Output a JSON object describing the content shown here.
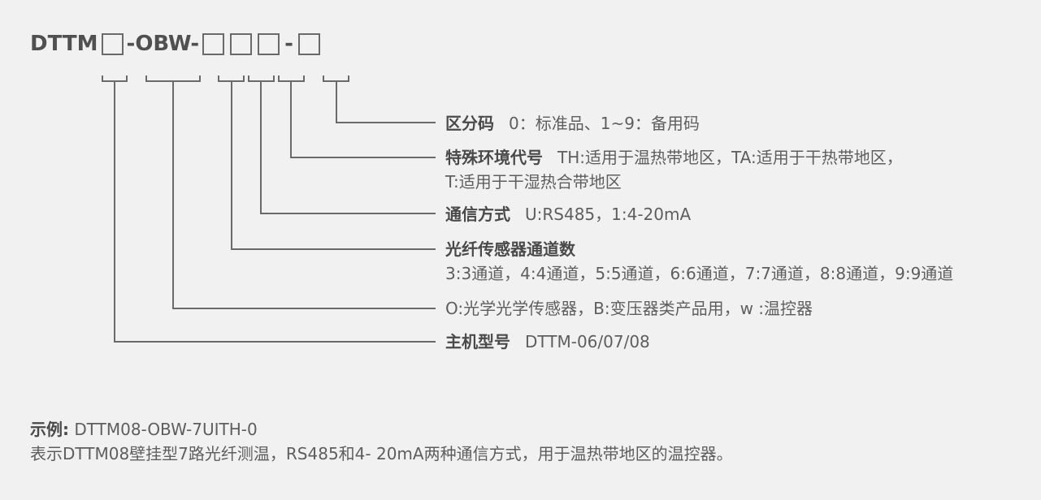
{
  "model": {
    "prefix": "DTTM",
    "middle": "-OBW-",
    "dash": "-"
  },
  "fields": [
    {
      "label": "区分码",
      "desc": "0：标准品、1~9：备用码"
    },
    {
      "label": "特殊环境代号",
      "desc": "TH:适用于温热带地区，TA:适用于干热带地区，",
      "desc2": "T:适用于干湿热合带地区"
    },
    {
      "label": "通信方式",
      "desc": "U:RS485，1:4-20mA"
    },
    {
      "label": "光纤传感器通道数",
      "desc": "",
      "desc2": "3:3通道，4:4通道，5:5通道，6:6通道，7:7通道，8:8通道，9:9通道"
    },
    {
      "label": "",
      "desc": "O:光学光学传感器，B:变压器类产品用，w :温控器"
    },
    {
      "label": "主机型号",
      "desc": "DTTM-06/07/08"
    }
  ],
  "example": {
    "label": "示例:",
    "code": " DTTM08-OBW-7UITH-0",
    "explanation": "表示DTTM08壁挂型7路光纤测温，RS485和4- 20mA两种通信方式，用于温热带地区的温控器。"
  },
  "colors": {
    "background": "#f1f1f1",
    "line": "#6a6a6a",
    "text": "#5e5e5e",
    "label": "#4a4a4a"
  }
}
